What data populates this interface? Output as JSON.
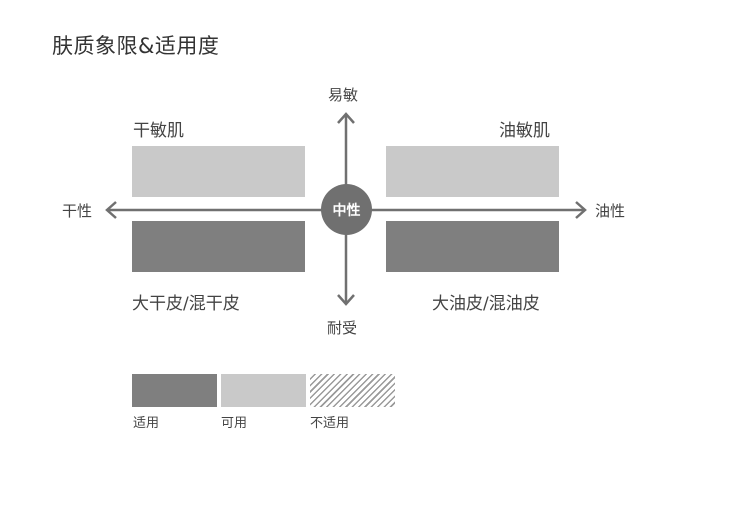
{
  "title": "肤质象限&适用度",
  "axes": {
    "top": "易敏",
    "bottom": "耐受",
    "left": "干性",
    "right": "油性",
    "center": "中性"
  },
  "quadrants": {
    "top_left": "干敏肌",
    "top_right": "油敏肌",
    "bottom_left": "大干皮/混干皮",
    "bottom_right": "大油皮/混油皮"
  },
  "levels": {
    "top_left": "可用",
    "top_right": "可用",
    "bottom_left": "适用",
    "bottom_right": "适用"
  },
  "legend": [
    {
      "label": "适用",
      "style": "solid",
      "color": "#7f7f7f"
    },
    {
      "label": "可用",
      "style": "solid",
      "color": "#c9c9c9"
    },
    {
      "label": "不适用",
      "style": "hatch",
      "color": "#9a9a9a"
    }
  ],
  "colors": {
    "axis": "#707070",
    "center": "#707070",
    "suitable": "#7f7f7f",
    "usable": "#c9c9c9",
    "unsuitable_hatch": "#9a9a9a"
  }
}
